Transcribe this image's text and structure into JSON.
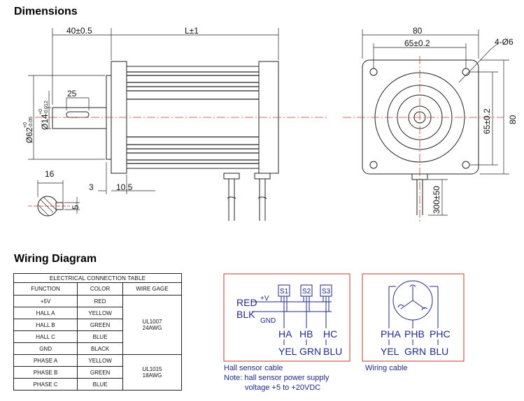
{
  "sections": {
    "dimensions_title": "Dimensions",
    "wiring_title": "Wiring Diagram"
  },
  "dimensions": {
    "shaft_extension": "40±0.5",
    "body_length": "L±1",
    "key_length": "25",
    "pilot_diameter": "Ø62",
    "pilot_tol_top": "+0",
    "pilot_tol_bottom": "-0.05",
    "shaft_diameter": "Ø14",
    "shaft_tol_top": "+0",
    "shaft_tol_bottom": "-0.012",
    "flange_thickness": "3",
    "flange_offset": "10.5",
    "key_section_width": "16",
    "key_width": "5",
    "front_size": "80",
    "hole_spacing": "65±0.2",
    "holes": "4-Ø6",
    "front_height": "80",
    "hole_spacing_vertical": "65±0.2",
    "lead_length": "300±50"
  },
  "table": {
    "caption": "ELECTRICAL CONNECTION TABLE",
    "headers": [
      "FUNCTION",
      "COLOR",
      "WIRE GAGE"
    ],
    "rows": [
      {
        "function": "+5V",
        "color": "RED"
      },
      {
        "function": "HALL A",
        "color": "YELLOW"
      },
      {
        "function": "HALL B",
        "color": "GREEN"
      },
      {
        "function": "HALL C",
        "color": "BLUE"
      },
      {
        "function": "GND",
        "color": "BLACK"
      },
      {
        "function": "PHASE A",
        "color": "YELLOW"
      },
      {
        "function": "PHASE B",
        "color": "GREEN"
      },
      {
        "function": "PHASE C",
        "color": "BLUE"
      }
    ],
    "gage_hall_line1": "UL1007",
    "gage_hall_line2": "24AWG",
    "gage_phase_line1": "UL1015",
    "gage_phase_line2": "18AWG"
  },
  "hall": {
    "plus_v": "+V",
    "gnd": "GND",
    "red": "RED",
    "blk": "BLK",
    "s1": "S1",
    "s2": "S2",
    "s3": "S3",
    "ha": "HA",
    "hb": "HB",
    "hc": "HC",
    "yel": "YEL",
    "grn": "GRN",
    "blu": "BLU",
    "caption": "Hall sensor cable",
    "note_line1": "Note: hall sensor power supply",
    "note_line2": "voltage +5 to +20VDC"
  },
  "phase": {
    "pha": "PHA",
    "phb": "PHB",
    "phc": "PHC",
    "yel": "YEL",
    "grn": "GRN",
    "blu": "BLU",
    "caption": "Wiring cable"
  },
  "colors": {
    "line": "#222222",
    "centerline": "#c0392b",
    "wiring_box": "#c0392b",
    "wiring_text": "#1f2a88"
  }
}
